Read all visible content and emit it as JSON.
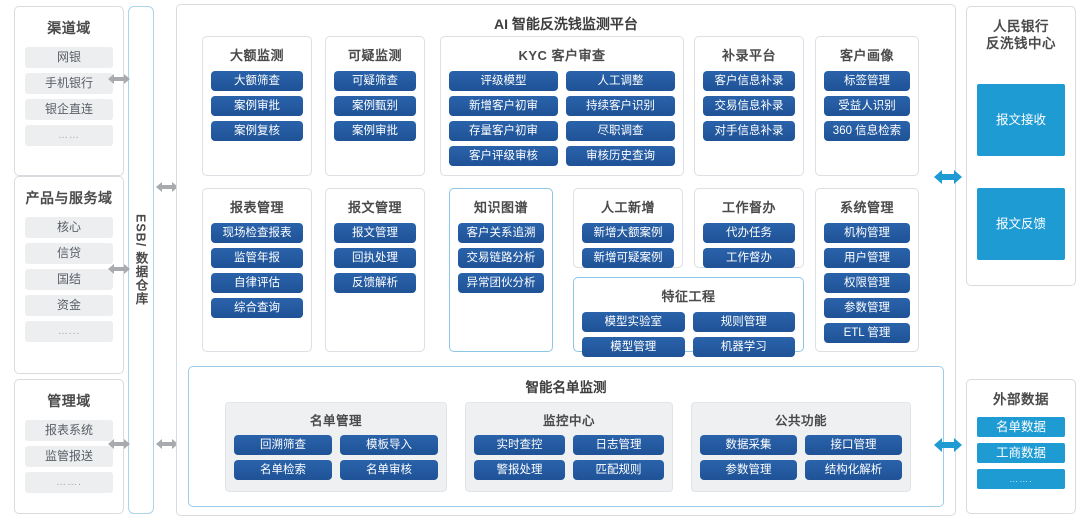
{
  "esb": {
    "label": "ESB/ 数据仓库"
  },
  "platform": {
    "title": "AI 智能反洗钱监测平台"
  },
  "left_domains": [
    {
      "title": "渠道域",
      "items": [
        "网银",
        "手机银行",
        "银企直连",
        "……"
      ]
    },
    {
      "title": "产品与服务域",
      "items": [
        "核心",
        "信贷",
        "国结",
        "资金",
        "…..."
      ]
    },
    {
      "title": "管理域",
      "items": [
        "报表系统",
        "监管报送",
        "……."
      ]
    }
  ],
  "modules_row1": [
    {
      "title": "大额监测",
      "layout": "col",
      "items": [
        "大额筛查",
        "案例审批",
        "案例复核"
      ]
    },
    {
      "title": "可疑监测",
      "layout": "col",
      "items": [
        "可疑筛查",
        "案例甄别",
        "案例审批"
      ]
    },
    {
      "title": "KYC 客户审查",
      "layout": "grid2",
      "items": [
        "评级模型",
        "人工调整",
        "新增客户初审",
        "持续客户识别",
        "存量客户初审",
        "尽职调查",
        "客户评级审核",
        "审核历史查询"
      ]
    },
    {
      "title": "补录平台",
      "layout": "col",
      "items": [
        "客户信息补录",
        "交易信息补录",
        "对手信息补录"
      ]
    },
    {
      "title": "客户画像",
      "layout": "col",
      "items": [
        "标签管理",
        "受益人识别",
        "360 信息检索"
      ]
    }
  ],
  "modules_row2": [
    {
      "title": "报表管理",
      "layout": "col",
      "items": [
        "现场检查报表",
        "监管年报",
        "自律评估",
        "综合查询"
      ]
    },
    {
      "title": "报文管理",
      "layout": "col",
      "items": [
        "报文管理",
        "回执处理",
        "反馈解析"
      ]
    },
    {
      "title": "知识图谱",
      "layout": "col",
      "accent": true,
      "items": [
        "客户关系追溯",
        "交易链路分析",
        "异常团伙分析"
      ]
    },
    {
      "title": "人工新增",
      "layout": "col",
      "items": [
        "新增大额案例",
        "新增可疑案例"
      ]
    },
    {
      "title": "工作督办",
      "layout": "col",
      "items": [
        "代办任务",
        "工作督办"
      ]
    },
    {
      "title": "系统管理",
      "layout": "col",
      "items": [
        "机构管理",
        "用户管理",
        "权限管理",
        "参数管理",
        "ETL 管理"
      ]
    }
  ],
  "feature_engineering": {
    "title": "特征工程",
    "items": [
      "模型实验室",
      "规则管理",
      "模型管理",
      "机器学习"
    ]
  },
  "smart_list": {
    "title": "智能名单监测",
    "cards": [
      {
        "title": "名单管理",
        "items": [
          "回溯筛查",
          "模板导入",
          "名单检索",
          "名单审核"
        ]
      },
      {
        "title": "监控中心",
        "items": [
          "实时查控",
          "日志管理",
          "警报处理",
          "匹配规则"
        ]
      },
      {
        "title": "公共功能",
        "items": [
          "数据采集",
          "接口管理",
          "参数管理",
          "结构化解析"
        ]
      }
    ]
  },
  "right_panels": [
    {
      "title": "人民银行\n反洗钱中心",
      "title_lines": [
        "人民银行",
        "反洗钱中心"
      ],
      "blocks": [
        "报文接收",
        "报文反馈"
      ]
    },
    {
      "title": "外部数据",
      "title_lines": [
        "外部数据"
      ],
      "items": [
        "名单数据",
        "工商数据",
        "……."
      ]
    }
  ],
  "colors": {
    "blue_button": "#245ca2",
    "cyan_block": "#1f9bd4",
    "accent_border": "#8dc7e8",
    "grey_chip": "#eceef0",
    "arrow_grey": "#a8aaad",
    "arrow_blue": "#1f9bd4"
  }
}
